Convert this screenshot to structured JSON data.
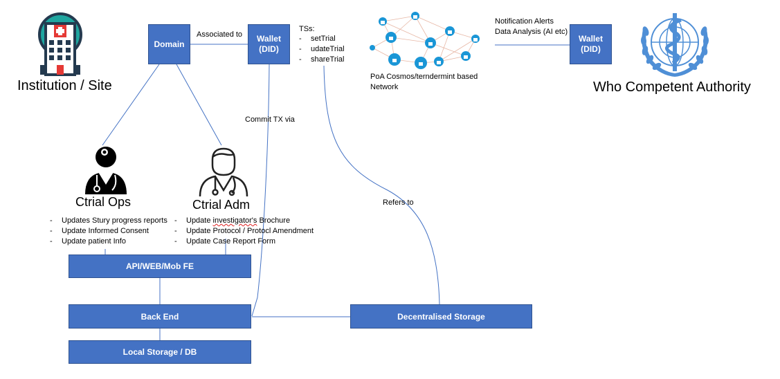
{
  "nodes": {
    "domain": "Domain",
    "wallet_did_left": "Wallet\n(DID)",
    "wallet_did_right": "Wallet\n(DID)",
    "api_web_mob_fe": "API/WEB/Mob FE",
    "back_end": "Back End",
    "local_storage_db": "Local Storage / DB",
    "decentralised_storage": "Decentralised Storage"
  },
  "labels": {
    "institution_site": "Institution / Site",
    "who_authority": "Who Competent Authority",
    "associated_to": "Associated to",
    "commit_tx_via": "Commit TX via",
    "refers_to": "Refers to",
    "network": "PoA Cosmos/terndermint based\nNetwork",
    "notification_alerts": "Notification Alerts",
    "data_analysis": "Data Analysis (AI etc)"
  },
  "txs": {
    "title": "TSs:",
    "items": [
      "setTrial",
      "udateTrial",
      "shareTrial"
    ]
  },
  "roles": {
    "ctrial_ops": {
      "title": "Ctrial Ops",
      "tasks": [
        "Updates Stury progress reports",
        "Update Informed Consent",
        "Update patient Info"
      ]
    },
    "ctrial_adm": {
      "title": "Ctrial Adm",
      "task_1_prefix": "Update ",
      "task_1_underlined": "investigator's",
      "task_1_suffix": " Brochure",
      "tasks_rest": [
        "Update Protocol / Protocl Amendment",
        "Update Case Report Form"
      ]
    }
  },
  "icons": [
    "hospital-icon",
    "doctor-ops-icon",
    "doctor-adm-icon",
    "blockchain-network-icon",
    "lock-icon",
    "who-emblem-icon"
  ],
  "colors": {
    "box_fill": "#4472c4",
    "box_border": "#2f528f",
    "connector": "#4472c4",
    "hospital_teal": "#1fa6a0",
    "hospital_dark": "#243a4f",
    "hospital_red": "#e53935",
    "network_lock": "#1a96d6",
    "network_line": "#e7b7a5",
    "who_blue": "#4f8fd6"
  }
}
